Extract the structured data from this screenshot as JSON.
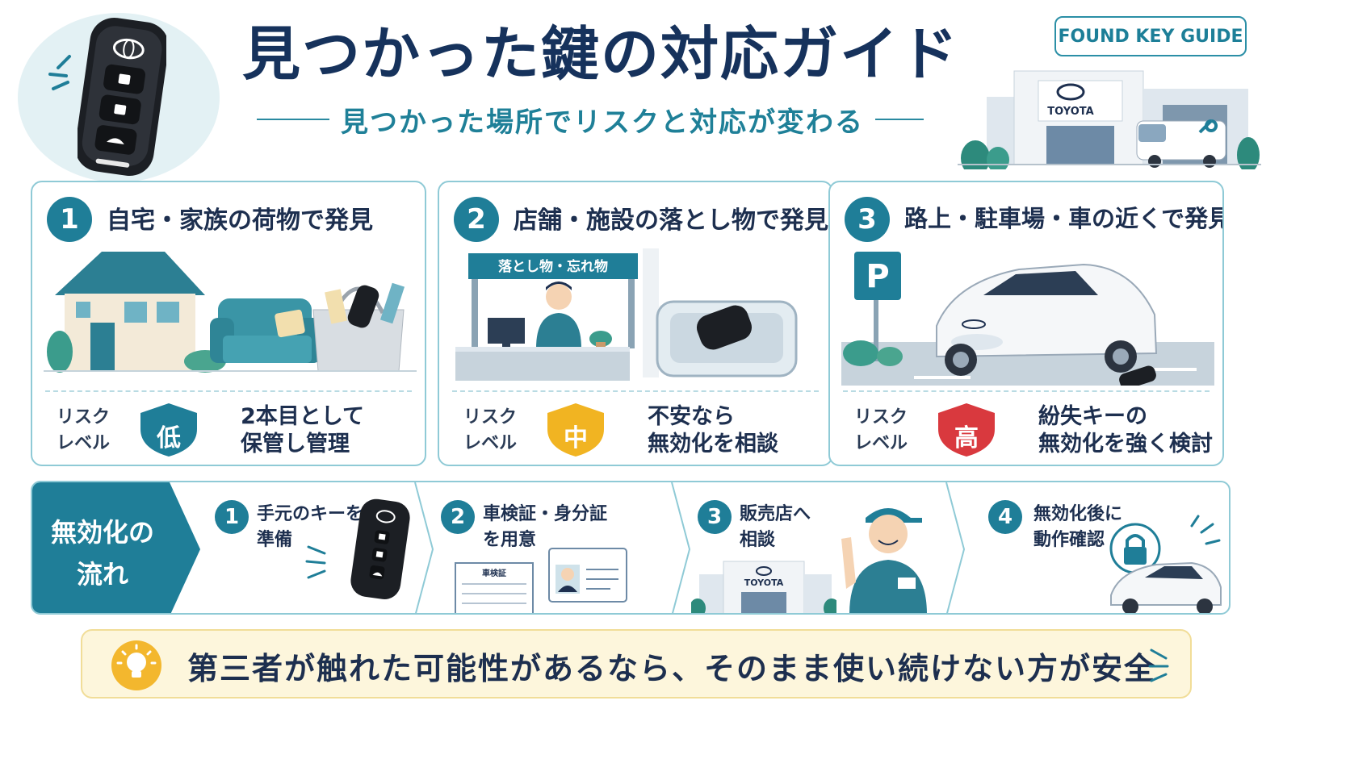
{
  "header": {
    "title": "見つかった鍵の対応ガイド",
    "subtitle": "見つかった場所でリスクと対応が変わる",
    "badge": "FOUND KEY GUIDE",
    "dealer_sign": "TOYOTA"
  },
  "risk_label": [
    "リスク",
    "レベル"
  ],
  "cards": [
    {
      "number": "1",
      "title": "自宅・家族の荷物で発見",
      "risk": "低",
      "risk_color": "#1f7e98",
      "action": [
        "2本目として",
        "保管し管理"
      ]
    },
    {
      "number": "2",
      "title": "店舗・施設の落とし物で発見",
      "sign": "落とし物・忘れ物",
      "risk": "中",
      "risk_color": "#f1b422",
      "action": [
        "不安なら",
        "無効化を相談"
      ]
    },
    {
      "number": "3",
      "title": "路上・駐車場・車の近くで発見",
      "parking_sign": "P",
      "risk": "高",
      "risk_color": "#d9393e",
      "action": [
        "紛失キーの",
        "無効化を強く検討"
      ]
    }
  ],
  "flow": {
    "heading": [
      "無効化の",
      "流れ"
    ],
    "steps": [
      {
        "number": "1",
        "text": [
          "手元のキーを",
          "準備"
        ]
      },
      {
        "number": "2",
        "text": [
          "車検証・身分証",
          "を用意"
        ],
        "doc_label": "車検証"
      },
      {
        "number": "3",
        "text": [
          "販売店へ",
          "相談"
        ],
        "dealer_sign": "TOYOTA"
      },
      {
        "number": "4",
        "text": [
          "無効化後に",
          "動作確認"
        ]
      }
    ]
  },
  "tip": {
    "text": "第三者が触れた可能性があるなら、そのまま使い続けない方が安全"
  },
  "colors": {
    "primary": "#1f7e98",
    "navy": "#16325c",
    "card_border": "#8fcad6",
    "tip_bg": "#fdf6dc",
    "bulb": "#f3b72e"
  }
}
